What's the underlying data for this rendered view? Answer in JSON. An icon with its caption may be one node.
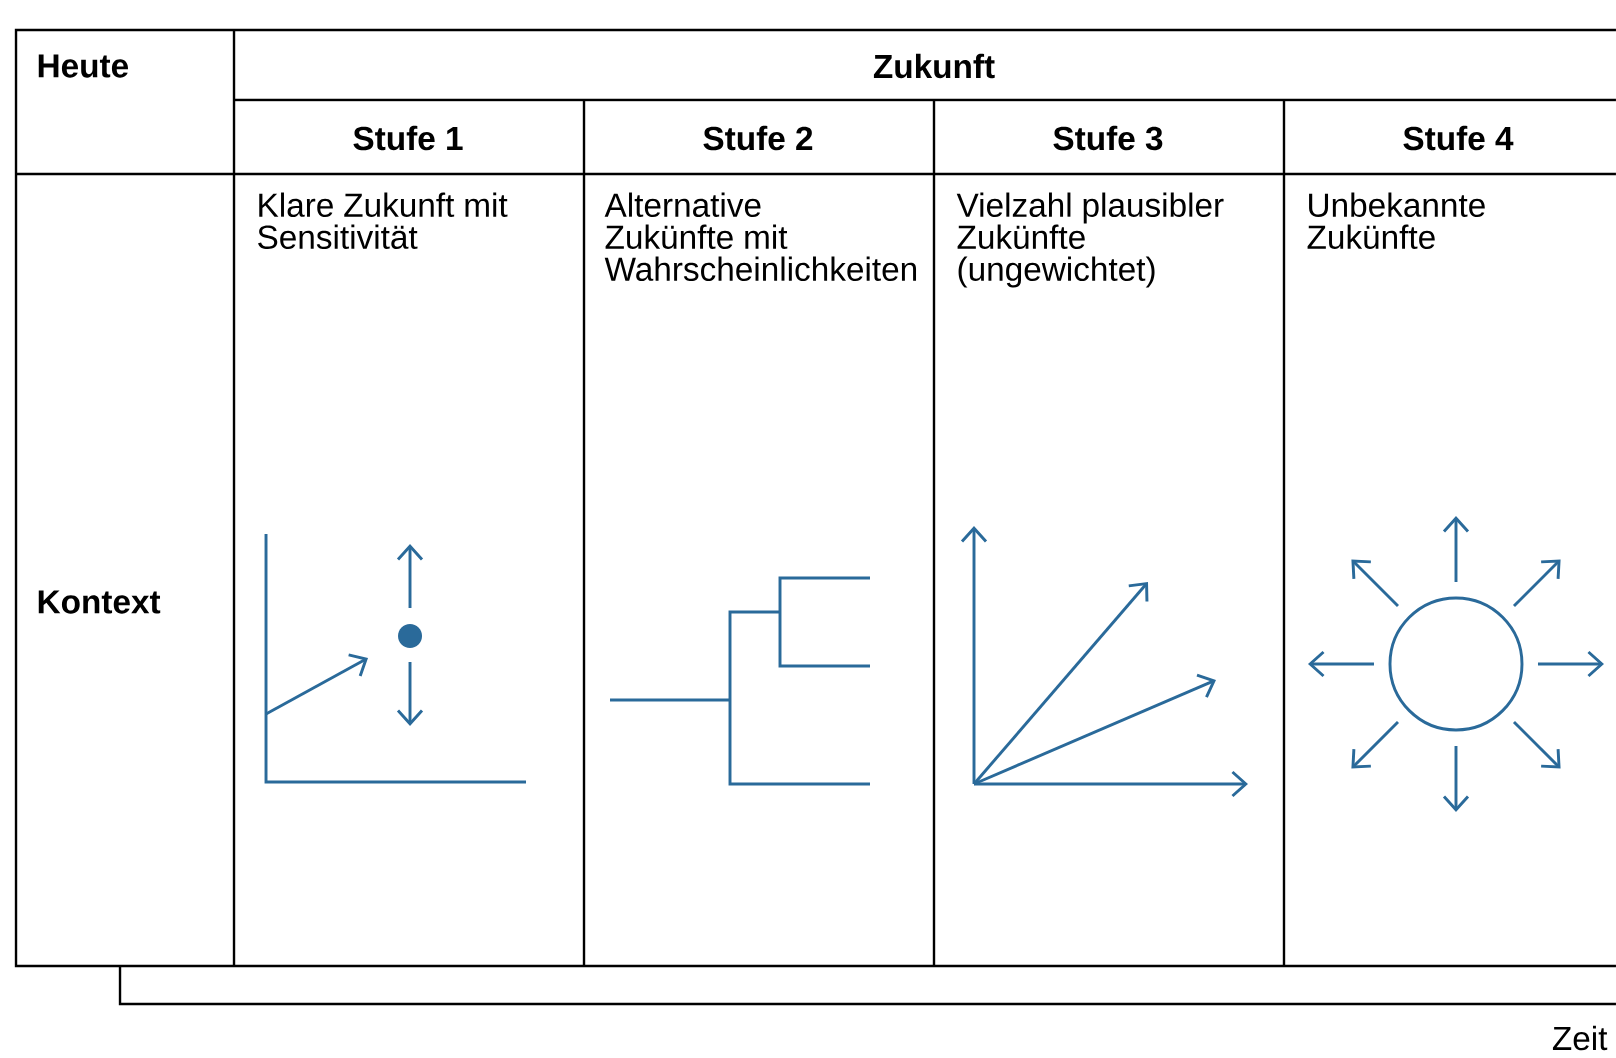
{
  "diagram": {
    "labels": [
      "Heute",
      "Zukunft",
      "Stufe 1",
      "Stufe 2",
      "Stufe 3",
      "Stufe 4",
      "Kontext",
      "Klare Zukunft mit Sensitivität",
      "Alternative Zukünfte mit Wahrscheinlichkeiten",
      "Vielzahl plausibler Zukünfte (ungewichtet)",
      "Unbekannte Zukünfte",
      "Zeit"
    ]
  }
}
